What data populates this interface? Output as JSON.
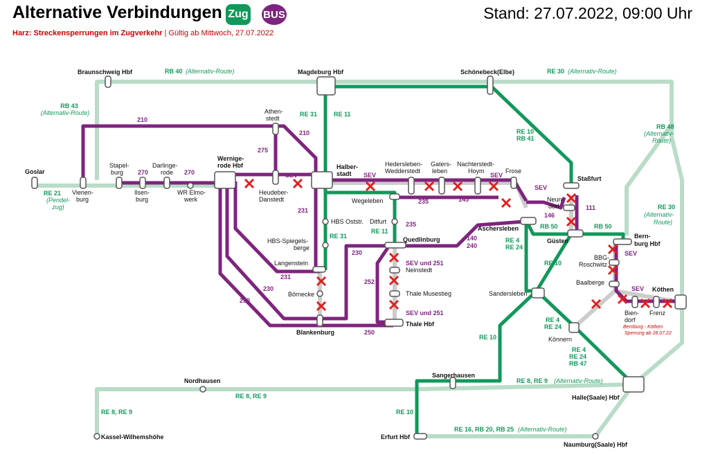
{
  "header": {
    "title": "Alternative Verbindungen",
    "badge_train": "Zug",
    "badge_bus": "BUS",
    "stand": "Stand: 27.07.2022, 09:00 Uhr",
    "subtitle_bold": "Harz: Streckensperrungen im Zugverkehr",
    "subtitle_sep": " | ",
    "subtitle_rest": "Gültig ab Mittwoch, 27.07.2022"
  },
  "colors": {
    "train": "#11985a",
    "bus": "#7f247e",
    "alternative": "#b9dcc8",
    "closed": "#e02020",
    "sev_gray": "#cccccc",
    "note_red": "#cc0000"
  },
  "stations": {
    "braunschweig": "Braunschweig Hbf",
    "magdeburg": "Magdeburg Hbf",
    "schoenebeck": "Schönebeck(Elbe)",
    "goslar": "Goslar",
    "vienenburg_1": "Vienen-",
    "vienenburg_2": "burg",
    "stapelburg_1": "Stapel-",
    "stapelburg_2": "burg",
    "ilsenburg_1": "Ilsen-",
    "ilsenburg_2": "burg",
    "darlingerode_1": "Darlinge-",
    "darlingerode_2": "rode",
    "elmowerk_1": "WR Elmo-",
    "elmowerk_2": "werk",
    "wernigerode_1": "Wernige-",
    "wernigerode_2": "rode Hbf",
    "athenstedt_1": "Athen-",
    "athenstedt_2": "stedt",
    "heudeber_1": "Heudeber-",
    "heudeber_2": "Danstedt",
    "halberstadt_1": "Halber-",
    "halberstadt_2": "stadt",
    "hedersleben_1": "Hedersleben-",
    "hedersleben_2": "Wedderstedt",
    "gatersleben_1": "Gaters-",
    "gatersleben_2": "leben",
    "nachterstedt_1": "Nachterstedt-",
    "nachterstedt_2": "Hoym",
    "frose": "Frose",
    "stassfurt": "Staßfurt",
    "wegeleben": "Wegeleben",
    "neundorf_1": "Neun-",
    "neundorf_2": "dorf",
    "hbs_oststr": "HBS Oststr.",
    "ditfurt": "Ditfurt",
    "aschersleben": "Aschersleben",
    "guesten": "Güsten",
    "hbs_spiegelsberge_1": "HBS-Spiegels-",
    "hbs_spiegelsberge_2": "berge",
    "quedlinburg": "Quedlinburg",
    "bernburg_1": "Bern-",
    "bernburg_2": "burg Hbf",
    "langenstein": "Langenstein",
    "neinstedt": "Neinstedt",
    "bbg_roschwitz_1": "BBG-",
    "bbg_roschwitz_2": "Roschwitz",
    "baalberge": "Baalberge",
    "boernecke": "Börnecke",
    "thale_musestieg": "Thale Musestieg",
    "sandersleben": "Sandersleben",
    "koethen": "Köthen",
    "biendorf_1": "Bien-",
    "biendorf_2": "dorf",
    "frenz": "Frenz",
    "blankenburg": "Blankenburg",
    "thale_hbf": "Thale Hbf",
    "koennern": "Könnern",
    "nordhausen": "Nordhausen",
    "sangerhausen": "Sangerhausen",
    "halle": "Halle(Saale) Hbf",
    "kassel": "Kassel-Wilhemshöhe",
    "erfurt": "Erfurt Hbf",
    "naumburg": "Naumburg(Saale) Hbf"
  },
  "lines": {
    "rb40": "RB 40",
    "rb40_note": "(Alternativ-Route)",
    "rb30_top": "RE 30",
    "rb30_top_note": "(Alternativ-Route)",
    "rb43": "RB 43",
    "rb43_note": "(Alternativ-Route)",
    "re21": "RE 21",
    "re21_note_1": "(Pendel-",
    "re21_note_2": "zug)",
    "re31_a": "RE 31",
    "re11_a": "RE 11",
    "re10_rb41_1": "RE 10",
    "re10_rb41_2": "RB 41",
    "rb48": "RB 48",
    "rb48_note_1": "(Alternativ-",
    "rb48_note_2": "Route)",
    "re30_right": "RE 30",
    "re30_right_note_1": "(Alternativ-",
    "re30_right_note_2": "Route)",
    "re31_b": "RE 31",
    "re11_b": "RE 11",
    "rb50_a": "RB 50",
    "rb50_b": "RB 50",
    "re4_re24_a_1": "RE 4",
    "re4_re24_a_2": "RE 24",
    "re10_mid": "RE 10",
    "re4_re24_b_1": "RE 4",
    "re4_re24_b_2": "RE 24",
    "re4_re24_rb47_1": "RE 4",
    "re4_re24_rb47_2": "RE 24",
    "re4_re24_rb47_3": "RB 47",
    "re10_low": "RE 10",
    "re8_re9_right": "RE 8, RE 9",
    "re8_re9_right_note": "(Alternativ-Route)",
    "re8_re9_mid": "RE 8, RE 9",
    "re8_re9_left": "RE 8, RE 9",
    "re10_bottom": "RE 10",
    "re16_rb20_rb25": "RE 16, RB 20, RB 25",
    "re16_note": "(Alternativ-Route)"
  },
  "bus_labels": {
    "b210_a": "210",
    "b210_b": "210",
    "b275": "275",
    "b270_a": "270",
    "b270_b": "270",
    "sev_a": "SEV",
    "sev_b": "SEV",
    "sev_c": "SEV",
    "sev_d": "SEV",
    "sev_e": "SEV",
    "sev_f": "SEV",
    "b231_a": "231",
    "b231_b": "231",
    "b235_a": "235",
    "b235_b": "235",
    "b145": "145",
    "b146": "146",
    "b111": "111",
    "b140": "140",
    "b240": "240",
    "b230_a": "230",
    "b230_b": "230",
    "b252": "252",
    "b250_a": "250",
    "b250_b": "250",
    "sev251_a": "SEV und 251",
    "sev251_b": "SEV und 251"
  },
  "notes": {
    "sperrung_1": "Bernburg - Köthen",
    "sperrung_2": "Sperrung ab 28.07.22"
  }
}
